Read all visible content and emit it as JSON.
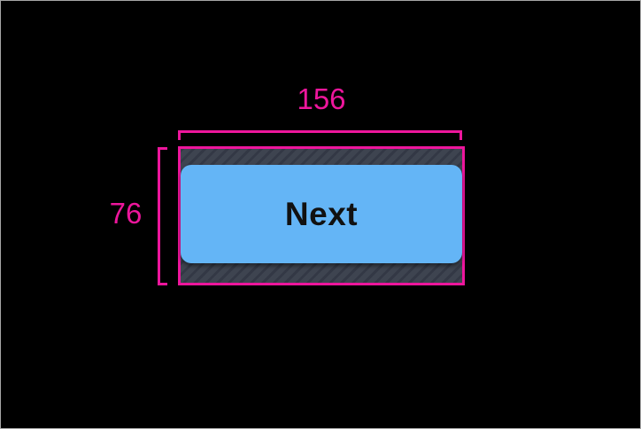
{
  "colors": {
    "canvas_bg": "#000000",
    "frame_border": "#a6a6a6",
    "measure_pink": "#ed169c",
    "button_blue": "#64b5f6",
    "button_text": "#111111",
    "padding_fill": "#3e4450",
    "padding_stripe": "#333845"
  },
  "measurement": {
    "width_label": "156",
    "height_label": "76"
  },
  "button": {
    "label": "Next"
  }
}
